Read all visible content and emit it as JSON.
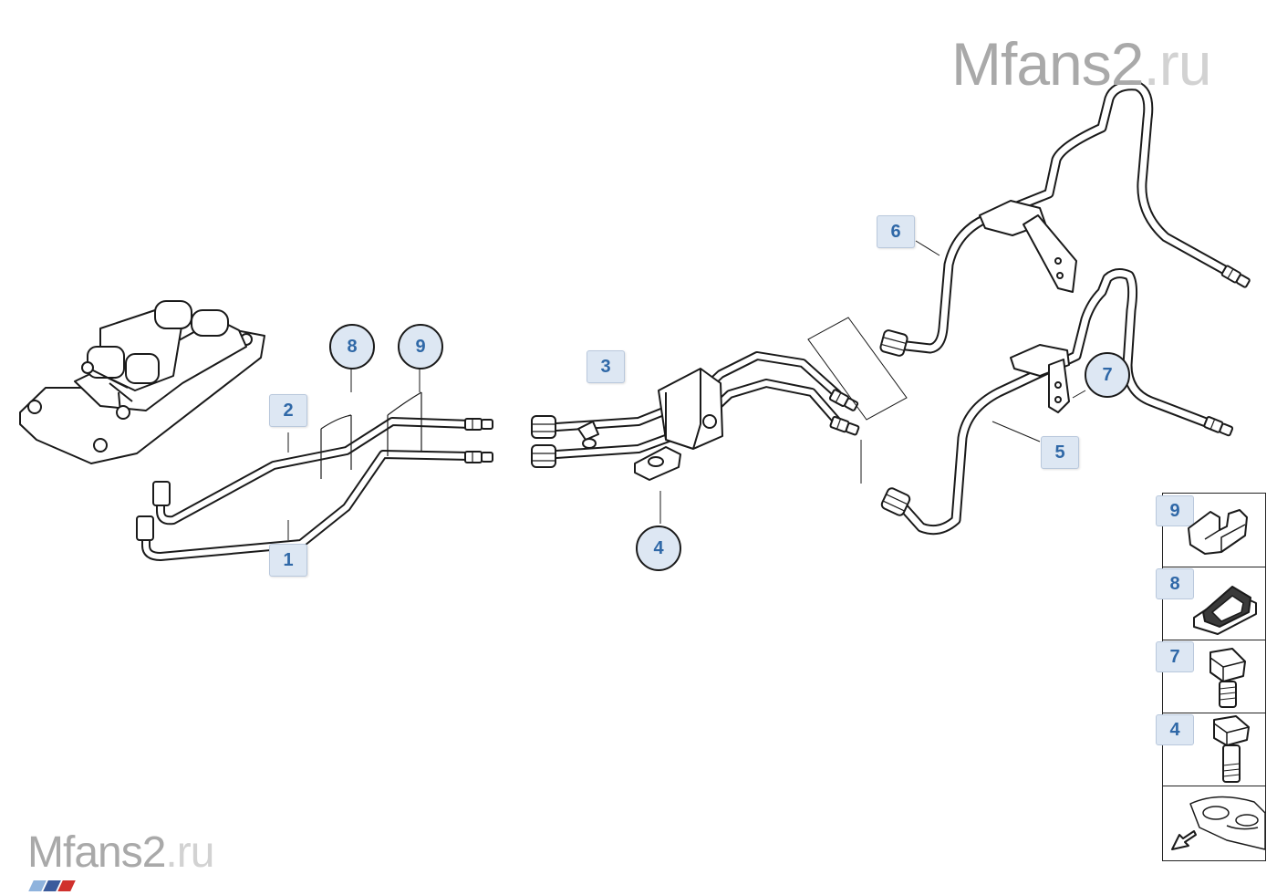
{
  "watermark": {
    "brand": "Mfans2",
    "tld": ".ru"
  },
  "callouts": {
    "part_1": "1",
    "part_2": "2",
    "part_3": "3",
    "part_4": "4",
    "part_5": "5",
    "part_6": "6",
    "part_7": "7",
    "part_8": "8",
    "part_9": "9"
  },
  "legend": {
    "items": [
      {
        "number": "9",
        "icon": "clip-icon"
      },
      {
        "number": "8",
        "icon": "grommet-icon"
      },
      {
        "number": "7",
        "icon": "hex-bolt-short-icon"
      },
      {
        "number": "4",
        "icon": "hex-bolt-long-icon"
      },
      {
        "number": "",
        "icon": "vehicle-location-icon"
      }
    ]
  },
  "colors": {
    "callout_fill": "#dde7f3",
    "callout_text": "#2f68a7",
    "watermark": "#a9a9a9",
    "line": "#1a1a1a",
    "stripe_1": "#8fb3dd",
    "stripe_2": "#3a5b9c",
    "stripe_3": "#d0312d"
  }
}
